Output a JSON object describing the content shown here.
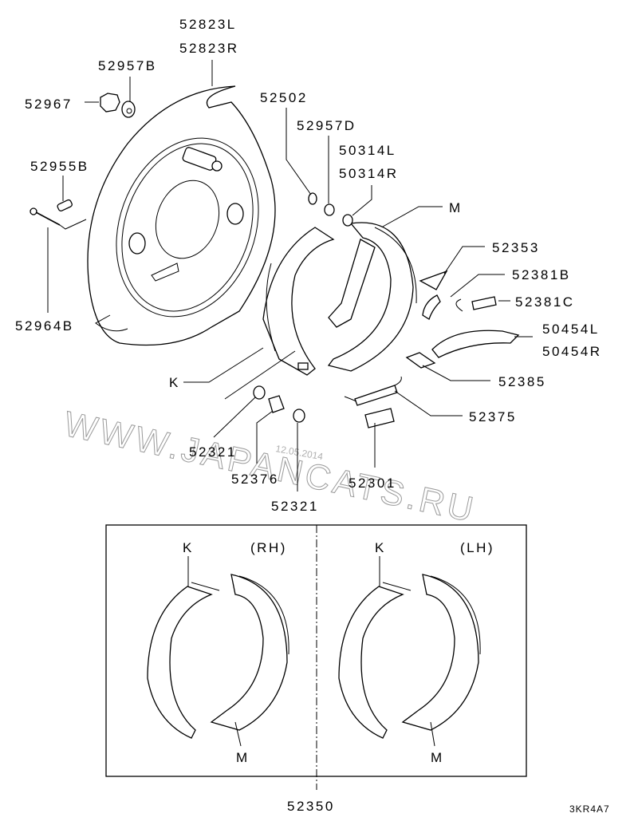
{
  "watermark": "WWW.JAPANCATS.RU",
  "date_stamp": "12.05.2014",
  "diagram_code": "3KR4A7",
  "callouts": {
    "p52823L": "52823L",
    "p52823R": "52823R",
    "p52957B": "52957B",
    "p52967": "52967",
    "p52955B": "52955B",
    "p52964B": "52964B",
    "p52502": "52502",
    "p52957D": "52957D",
    "p50314L": "50314L",
    "p50314R": "50314R",
    "M": "M",
    "p52353": "52353",
    "p52381B": "52381B",
    "p52381C": "52381C",
    "p50454L": "50454L",
    "p50454R": "50454R",
    "p52385": "52385",
    "K": "K",
    "p52375": "52375",
    "p52321a": "52321",
    "p52376": "52376",
    "p52301": "52301",
    "p52321b": "52321",
    "p52350": "52350"
  },
  "kit_box": {
    "rh": {
      "shoe_k": "K",
      "side": "(RH)",
      "shoe_m": "M"
    },
    "lh": {
      "shoe_k": "K",
      "side": "(LH)",
      "shoe_m": "M"
    }
  }
}
